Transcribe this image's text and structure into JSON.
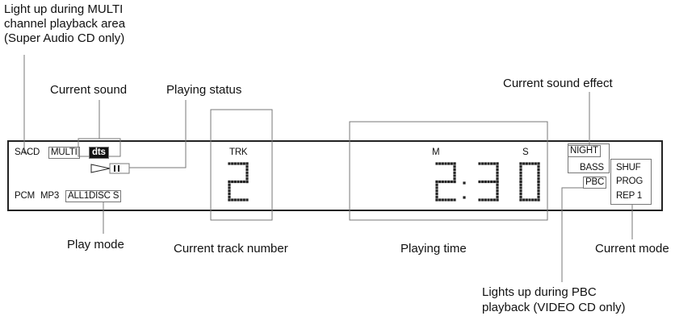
{
  "callouts": {
    "multi_area": [
      "Light up during MULTI",
      "channel playback area",
      "(Super Audio CD only)"
    ],
    "current_sound": "Current sound",
    "playing_status": "Playing status",
    "current_sound_effect": "Current sound effect",
    "play_mode": "Play mode",
    "current_track_number": "Current track number",
    "playing_time": "Playing time",
    "current_mode": "Current mode",
    "pbc": [
      "Lights up during PBC",
      "playback (VIDEO CD only)"
    ]
  },
  "display": {
    "sacd": "SACD",
    "multi": "MULTI",
    "dts": "dts",
    "pcm": "PCM",
    "mp3": "MP3",
    "play_mode_text": "ALL1DISC S",
    "trk": "TRK",
    "track_digit": "2",
    "time_m": "M",
    "time_s": "S",
    "time_digits": [
      "2",
      "3",
      "0"
    ],
    "night": "NIGHT",
    "bass": "BASS",
    "shuf": "SHUF",
    "prog": "PROG",
    "pbc": "PBC",
    "rep": "REP 1"
  },
  "icons": {
    "play": "play-triangle-icon",
    "pause": "pause-bars-icon"
  }
}
